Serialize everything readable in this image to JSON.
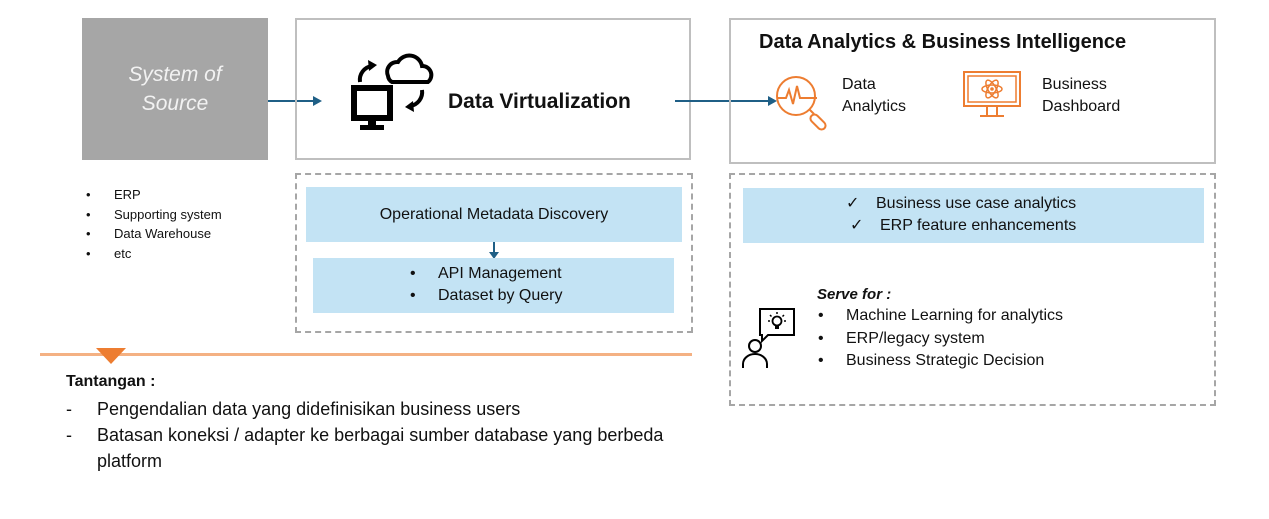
{
  "source": {
    "title": "System of Source",
    "items": [
      "ERP",
      "Supporting system",
      "Data Warehouse",
      "etc"
    ]
  },
  "virtualization": {
    "title": "Data Virtualization",
    "icon": "computer-cloud-sync-icon",
    "metadata_panel": "Operational Metadata Discovery",
    "outputs": [
      "API Management",
      "Dataset by Query"
    ]
  },
  "analytics": {
    "title": "Data Analytics & Business Intelligence",
    "cards": [
      {
        "label_line1": "Data",
        "label_line2": "Analytics",
        "icon": "magnifier-pulse-icon"
      },
      {
        "label_line1": "Business",
        "label_line2": "Dashboard",
        "icon": "monitor-atom-icon"
      }
    ],
    "use_cases": [
      "Business use case analytics",
      "ERP feature enhancements"
    ],
    "serve_for_title": "Serve for :",
    "serve_for": [
      "Machine Learning for analytics",
      "ERP/legacy system",
      "Business Strategic Decision"
    ]
  },
  "challenges": {
    "title": "Tantangan :",
    "items": [
      "Pengendalian data yang didefinisikan business users",
      "Batasan koneksi / adapter ke berbagai sumber database yang berbeda platform"
    ]
  },
  "symbols": {
    "bullet": "•",
    "check": "✓",
    "dash": "-"
  },
  "colors": {
    "accent": "#ed7d31",
    "arrow": "#1f5f86",
    "panel": "#c3e3f4",
    "source_box": "#a6a6a6"
  }
}
